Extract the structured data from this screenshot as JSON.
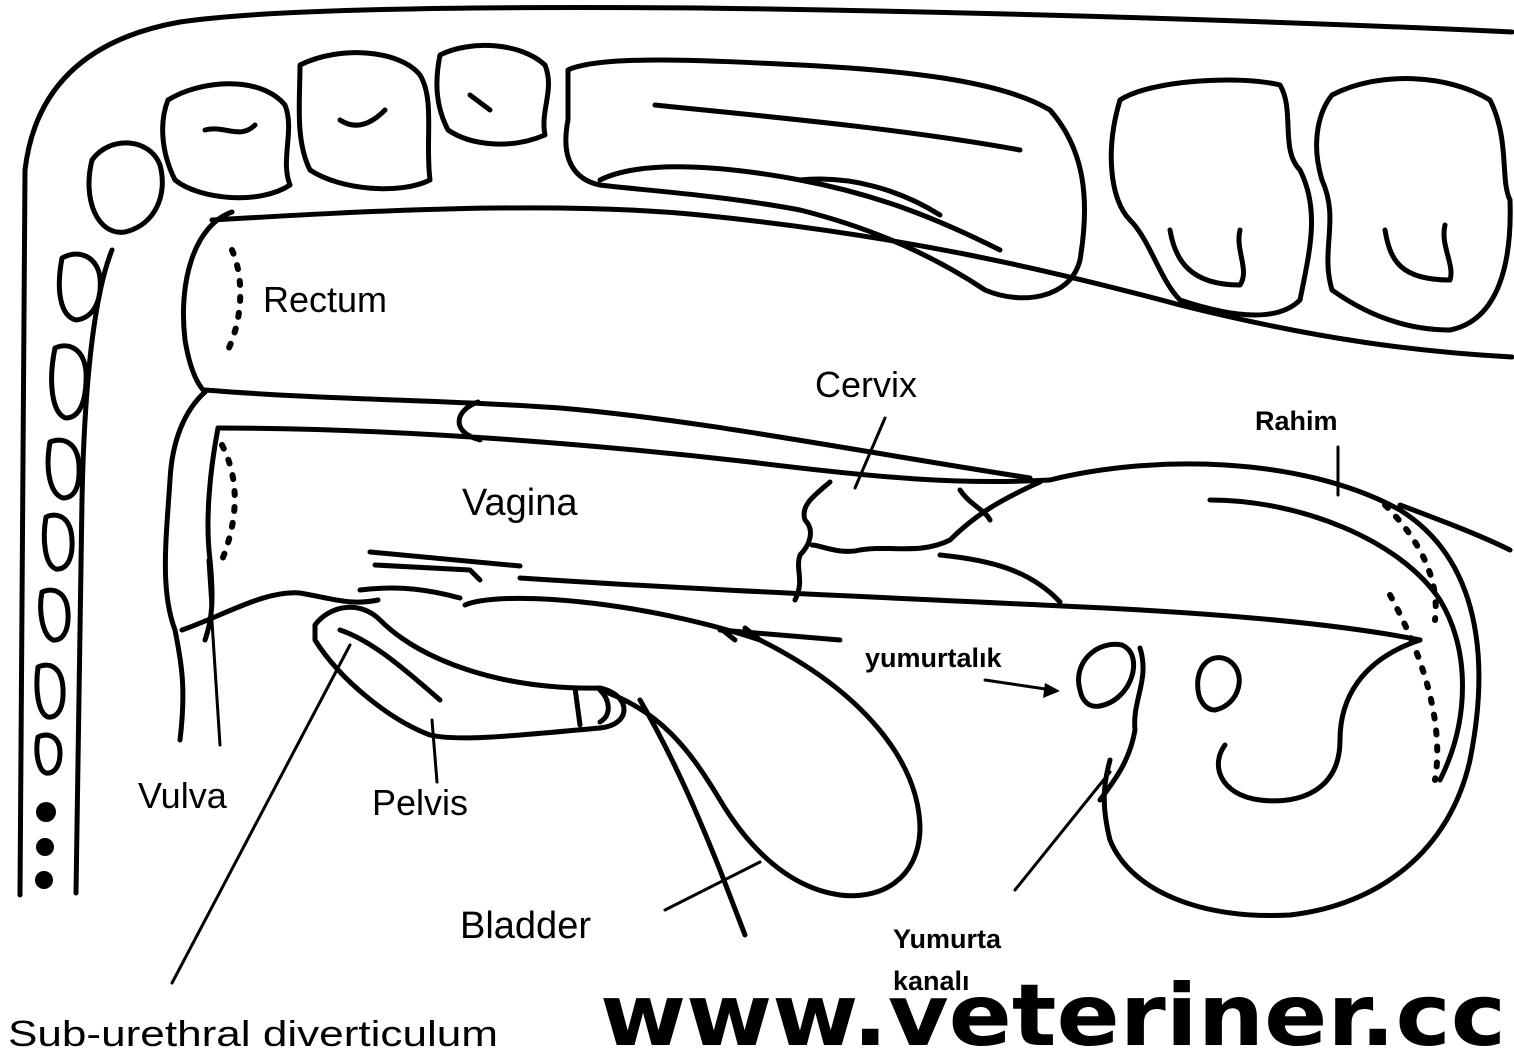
{
  "labels": {
    "rectum": "Rectum",
    "cervix": "Cervix",
    "rahim": "Rahim",
    "vagina": "Vagina",
    "yumurtalik": "yumurtalık",
    "vulva": "Vulva",
    "pelvis": "Pelvis",
    "bladder": "Bladder",
    "yumurta_kanali_line1": "Yumurta",
    "yumurta_kanali_line2": "kanalı",
    "sub_urethral": "Sub-urethral diverticulum"
  },
  "watermark": "www.veteriner.cc",
  "colors": {
    "line": "#000000",
    "background": "#ffffff"
  }
}
